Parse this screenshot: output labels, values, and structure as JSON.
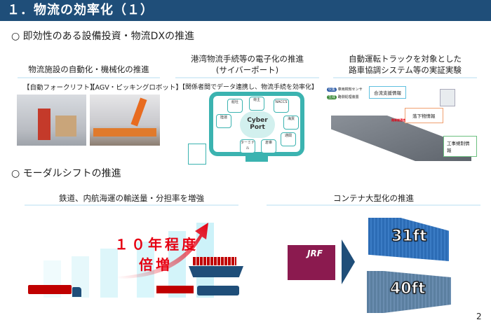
{
  "header": {
    "title": "１．物流の効率化（１）"
  },
  "section1": {
    "title": "○ 即効性のある設備投資・物流DXの推進",
    "col1": {
      "title": "物流施設の自動化・機械化の推進",
      "labels": [
        "【自動フォークリフト】",
        "【AGV・ピッキングロボット】"
      ]
    },
    "col2": {
      "title_line1": "港湾物流手続等の電子化の推進",
      "title_line2": "(サイバーポート)",
      "label": "【関係者間でデータ連携し、物流手続を効率化】",
      "logo": "Cyber Port",
      "nodes": [
        "船社",
        "荷主",
        "NACCS",
        "海貨",
        "通関",
        "倉庫",
        "ターミナル",
        "陸運"
      ]
    },
    "col3": {
      "title_line1": "自動運転トラックを対象とした",
      "title_line2": "路車協調システム等の実証実験",
      "legend": [
        {
          "badge": "収集",
          "text": "車両検知センサ"
        },
        {
          "badge": "生成",
          "text": "路側処理装置"
        }
      ],
      "callouts": [
        "合流支援情報",
        "落下物情報",
        "工事規制情報"
      ],
      "hazard": "路車間通信"
    }
  },
  "section2": {
    "title": "○ モーダルシフトの推進",
    "left": {
      "title": "鉄道、内航海運の輸送量・分担率を増強",
      "headline1": "１０年程度",
      "headline2": "倍増"
    },
    "right": {
      "title": "コンテナ大型化の推進",
      "container_logo": "JRF",
      "size1": "31ft",
      "size2": "40ft"
    }
  },
  "page_number": "2",
  "colors": {
    "header": "#1f4e79",
    "accent_red": "#e60012",
    "teal": "#3bb3b0",
    "bar": "#d9f6fb"
  }
}
